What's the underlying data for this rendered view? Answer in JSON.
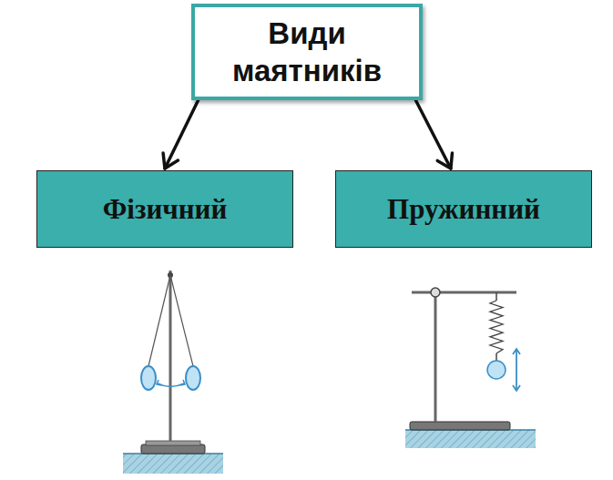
{
  "diagram": {
    "nodes": [
      {
        "text": [
          "Види маятників"
        ]
      },
      {
        "text": [
          "Фізичний"
        ]
      },
      {
        "text": [
          "Пружинний"
        ]
      }
    ],
    "edges": [
      {
        "from": 0,
        "to": 1,
        "arrow": "to"
      },
      {
        "from": 0,
        "to": 2,
        "arrow": "to"
      }
    ]
  }
}
